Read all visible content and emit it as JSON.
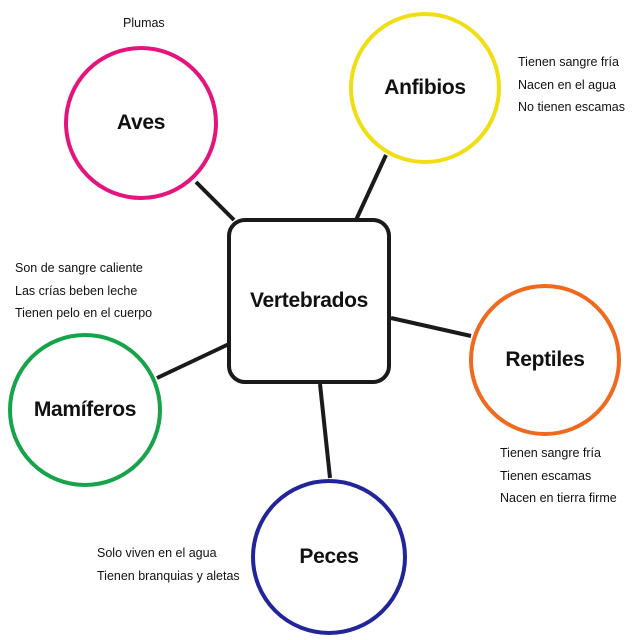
{
  "center": {
    "label": "Vertebrados"
  },
  "groups": {
    "aves": {
      "label": "Aves",
      "color": "#e4147c",
      "notes": [
        "Plumas"
      ]
    },
    "anfibios": {
      "label": "Anfibios",
      "color": "#f1de12",
      "notes": [
        "Tienen sangre fría",
        "Nacen en el agua",
        "No tienen escamas"
      ]
    },
    "reptiles": {
      "label": "Reptiles",
      "color": "#ef6a1e",
      "notes": [
        "Tienen sangre fría",
        "Tienen escamas",
        "Nacen en tierra firme"
      ]
    },
    "mamiferos": {
      "label": "Mamíferos",
      "color": "#16a34a",
      "notes": [
        "Son de sangre caliente",
        "Las crías beben leche",
        "Tienen pelo en el cuerpo"
      ]
    },
    "peces": {
      "label": "Peces",
      "color": "#22249a",
      "notes": [
        "Solo viven en el agua",
        "Tienen branquias y aletas"
      ]
    }
  },
  "connector_color": "#1a1a1a"
}
